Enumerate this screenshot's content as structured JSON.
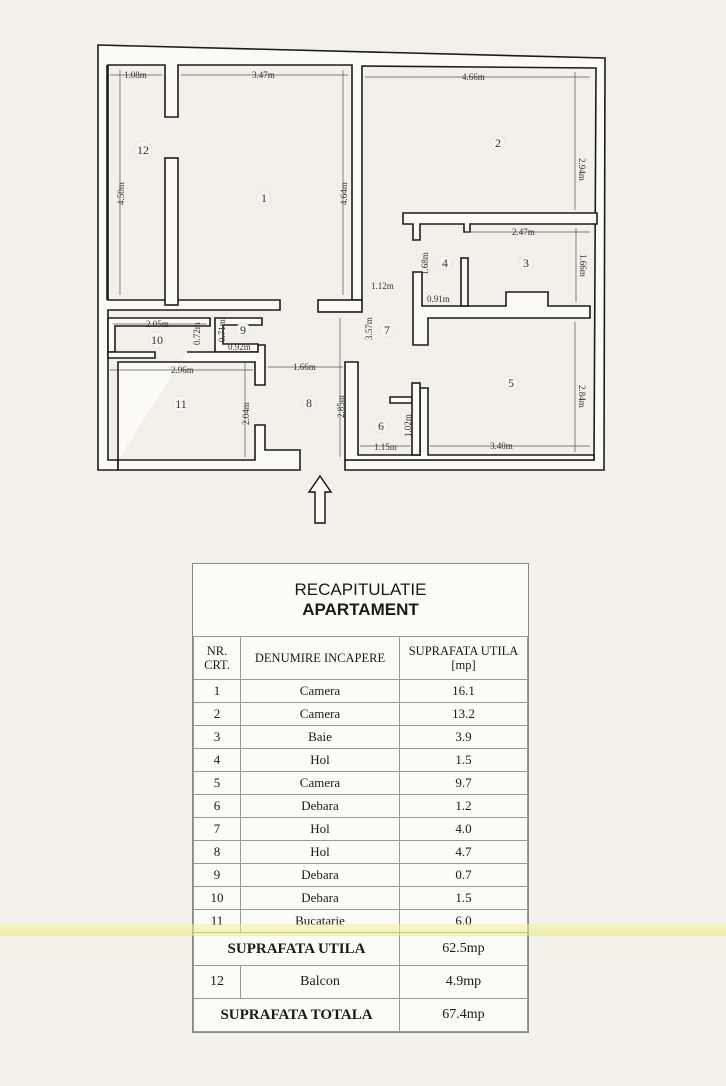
{
  "plan": {
    "rooms": [
      "1",
      "2",
      "3",
      "4",
      "5",
      "6",
      "7",
      "8",
      "9",
      "10",
      "11",
      "12"
    ],
    "dimensions": {
      "d12w": "1.08m",
      "d1w": "3.47m",
      "d2w": "4.66m",
      "d12h": "4.50m",
      "d1h": "4.64m",
      "d2h": "2.94m",
      "d3w": "2.47m",
      "d4h": "1.68m",
      "d3h": "1.66m",
      "d7w": "1.12m",
      "d4w": "0.91m",
      "d7h": "3.57m",
      "d10w": "2.05m",
      "d10h": "0.72m",
      "d9h": "0.71m",
      "d9w": "0.92m",
      "d11w": "2.96m",
      "d8w": "1.66m",
      "d11h": "2.04m",
      "d8h": "2.85m",
      "d6h": "1.02m",
      "d6w": "1.15m",
      "d5w": "3.40m",
      "d5h": "2.84m"
    },
    "entrance_icon": "arrow-up-icon"
  },
  "table": {
    "title1": "RECAPITULATIE",
    "title2": "APARTAMENT",
    "headers": [
      "NR. CRT.",
      "DENUMIRE INCAPERE",
      "SUPRAFATA UTILA [mp]"
    ],
    "rows": [
      {
        "nr": "1",
        "name": "Camera",
        "area": "16.1"
      },
      {
        "nr": "2",
        "name": "Camera",
        "area": "13.2"
      },
      {
        "nr": "3",
        "name": "Baie",
        "area": "3.9"
      },
      {
        "nr": "4",
        "name": "Hol",
        "area": "1.5"
      },
      {
        "nr": "5",
        "name": "Camera",
        "area": "9.7"
      },
      {
        "nr": "6",
        "name": "Debara",
        "area": "1.2"
      },
      {
        "nr": "7",
        "name": "Hol",
        "area": "4.0"
      },
      {
        "nr": "8",
        "name": "Hol",
        "area": "4.7"
      },
      {
        "nr": "9",
        "name": "Debara",
        "area": "0.7"
      },
      {
        "nr": "10",
        "name": "Debara",
        "area": "1.5"
      },
      {
        "nr": "11",
        "name": "Bucatarie",
        "area": "6.0"
      }
    ],
    "useful_label": "SUPRAFATA UTILA",
    "useful_value": "62.5mp",
    "balcony": {
      "nr": "12",
      "name": "Balcon",
      "area": "4.9mp"
    },
    "total_label": "SUPRAFATA TOTALA",
    "total_value": "67.4mp"
  }
}
